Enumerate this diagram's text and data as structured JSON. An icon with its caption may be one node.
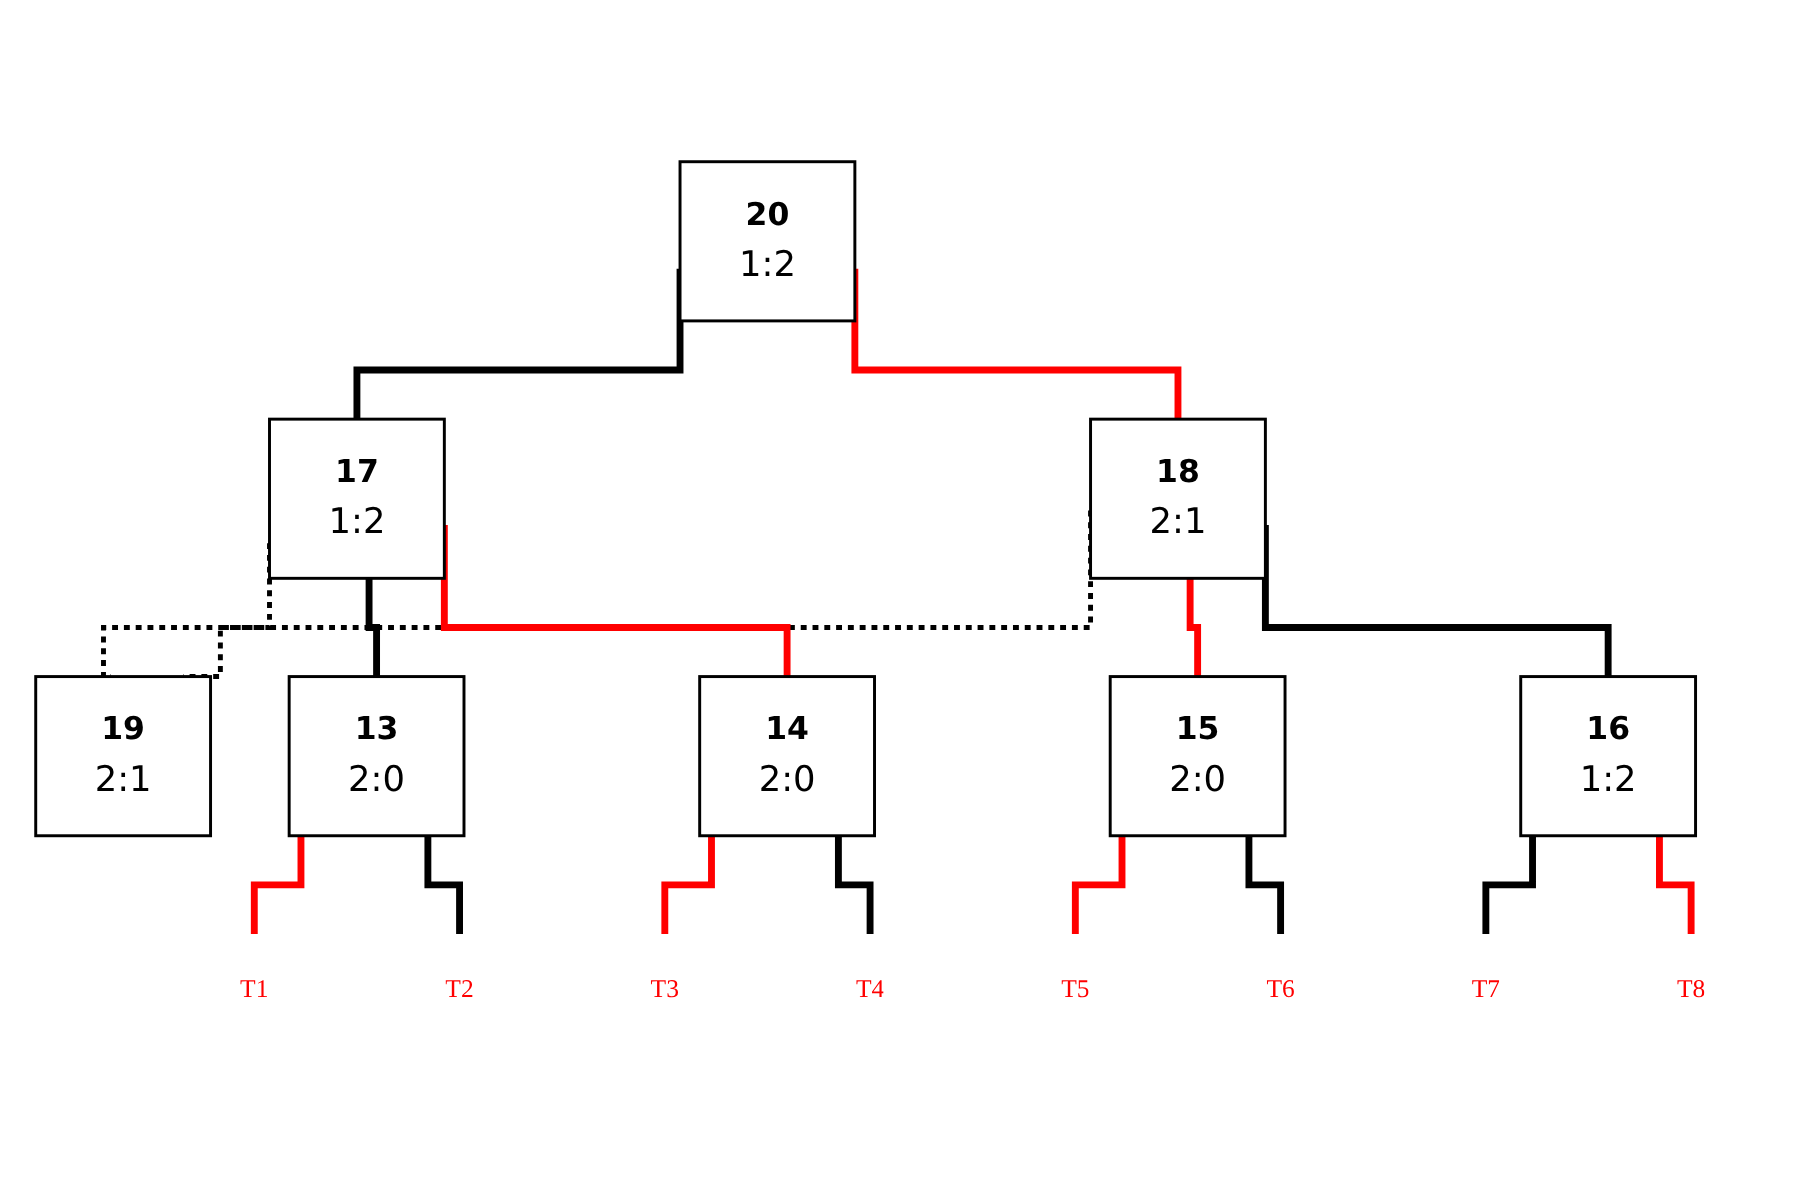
{
  "diagram": {
    "nodes": [
      {
        "text": [
          "20",
          "1:2"
        ]
      },
      {
        "text": [
          "17",
          "1:2"
        ]
      },
      {
        "text": [
          "19",
          "2:1"
        ]
      },
      {
        "text": [
          "18",
          "2:1"
        ]
      },
      {
        "text": [
          "13",
          "2:0"
        ]
      },
      {
        "text": [
          "14",
          "2:0"
        ]
      },
      {
        "text": [
          "15",
          "2:0"
        ]
      },
      {
        "text": [
          "16",
          "1:2"
        ]
      },
      {
        "text": [
          "T1"
        ]
      },
      {
        "text": [
          "T2"
        ]
      },
      {
        "text": [
          "T3"
        ]
      },
      {
        "text": [
          "T4"
        ]
      },
      {
        "text": [
          "T5"
        ]
      },
      {
        "text": [
          "T6"
        ]
      },
      {
        "text": [
          "T7"
        ]
      },
      {
        "text": [
          "T8"
        ]
      }
    ],
    "edges": [
      {
        "from": 0,
        "to": 1,
        "arrow": "none"
      },
      {
        "from": 0,
        "to": 3,
        "arrow": "none",
        "color": "#ff0000"
      },
      {
        "from": 1,
        "to": 2,
        "arrow": "none",
        "style": "dashed"
      },
      {
        "from": 3,
        "to": 2,
        "arrow": "none",
        "style": "dashed"
      },
      {
        "from": 1,
        "to": 4,
        "arrow": "none"
      },
      {
        "from": 1,
        "to": 5,
        "arrow": "none",
        "color": "#ff0000"
      },
      {
        "from": 3,
        "to": 6,
        "arrow": "none",
        "color": "#ff0000"
      },
      {
        "from": 3,
        "to": 7,
        "arrow": "none"
      },
      {
        "from": 4,
        "to": 8,
        "arrow": "none",
        "color": "#ff0000"
      },
      {
        "from": 4,
        "to": 9,
        "arrow": "none"
      },
      {
        "from": 5,
        "to": 10,
        "arrow": "none",
        "color": "#ff0000"
      },
      {
        "from": 5,
        "to": 11,
        "arrow": "none"
      },
      {
        "from": 6,
        "to": 12,
        "arrow": "none",
        "color": "#ff0000"
      },
      {
        "from": 6,
        "to": 13,
        "arrow": "none"
      },
      {
        "from": 7,
        "to": 14,
        "arrow": "none"
      },
      {
        "from": 7,
        "to": 15,
        "arrow": "none",
        "color": "#ff0000"
      }
    ]
  }
}
